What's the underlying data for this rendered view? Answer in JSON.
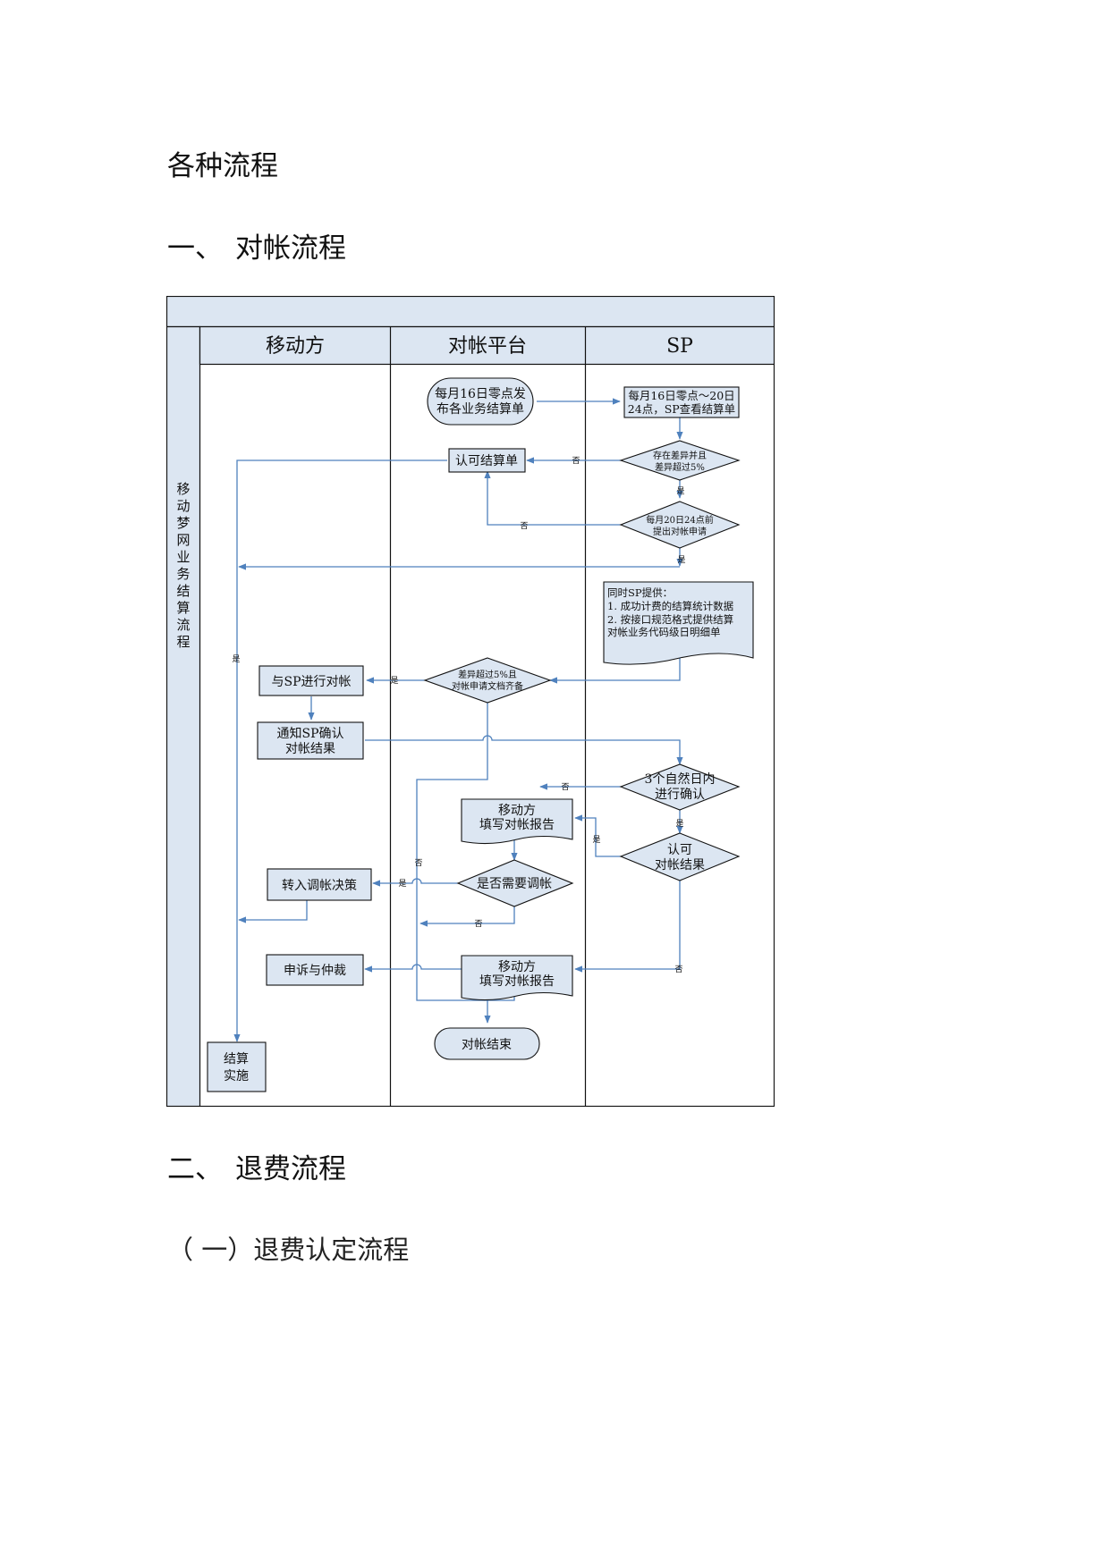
{
  "document": {
    "title": "各种流程",
    "section1": {
      "number": "一、",
      "title": "对帐流程"
    },
    "section2": {
      "number": "二、",
      "title": "退费流程"
    },
    "subsection1": "（ 一）退费认定流程"
  },
  "diagram": {
    "pool_label": "移动梦网业务结算流程",
    "lanes": [
      "移动方",
      "对帐平台",
      "SP"
    ],
    "nodes": {
      "start": [
        "每月16日零点发",
        "布各业务结算单"
      ],
      "sp_check": [
        "每月16日零点～20日",
        "24点，SP查看结算单"
      ],
      "accept_bill": "认可结算单",
      "diff_check": [
        "存在差异并且",
        "差异超过5%"
      ],
      "deadline_check": [
        "每月20日24点前",
        "提出对帐申请"
      ],
      "sp_provide": [
        "同时SP提供：",
        "1. 成功计费的结算统计数据",
        "2. 按接口规范格式提供结算",
        "对帐业务代码级日明细单"
      ],
      "docs_check": [
        "差异超过5%且",
        "对帐申请文档齐备"
      ],
      "reconcile_sp": "与SP进行对帐",
      "notify_sp": [
        "通知SP确认",
        "对帐结果"
      ],
      "confirm_3days": [
        "3个自然日内",
        "进行确认"
      ],
      "report_1": [
        "移动方",
        "填写对帐报告"
      ],
      "accept_result": [
        "认可",
        "对帐结果"
      ],
      "need_adjust": "是否需要调帐",
      "adjust_decision": "转入调帐决策",
      "report_2": [
        "移动方",
        "填写对帐报告"
      ],
      "appeal": "申诉与仲裁",
      "settle": [
        "结算",
        "实施"
      ],
      "end": "对帐结束"
    },
    "labels": {
      "yes": "是",
      "no": "否"
    },
    "colors": {
      "line": "#4f81bd",
      "fill": "#dce6f2",
      "header": "#dce6f2",
      "border": "#111111"
    }
  }
}
